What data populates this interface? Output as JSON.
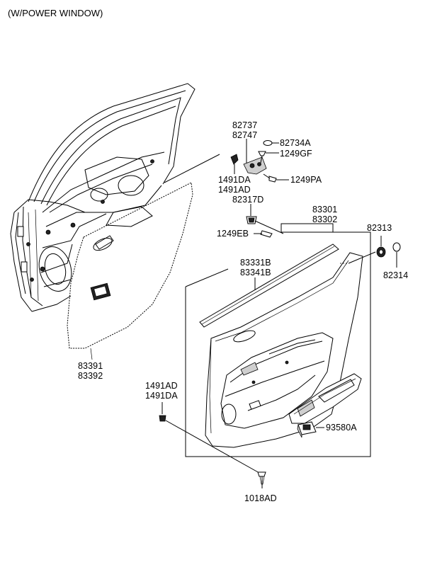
{
  "header": {
    "variant_note": "(W/POWER WINDOW)"
  },
  "labels": {
    "p82737": "82737",
    "p82747": "82747",
    "p82734A": "82734A",
    "p1249GF": "1249GF",
    "p1491DA_top": "1491DA",
    "p1491AD_top": "1491AD",
    "p1249PA": "1249PA",
    "p82317D": "82317D",
    "p1249EB": "1249EB",
    "p83301": "83301",
    "p83302": "83302",
    "p82313": "82313",
    "p82314": "82314",
    "p83331B": "83331B",
    "p83341B": "83341B",
    "p83391": "83391",
    "p83392": "83392",
    "p1491AD_bot": "1491AD",
    "p1491DA_bot": "1491DA",
    "p93580A": "93580A",
    "p1018AD": "1018AD"
  }
}
